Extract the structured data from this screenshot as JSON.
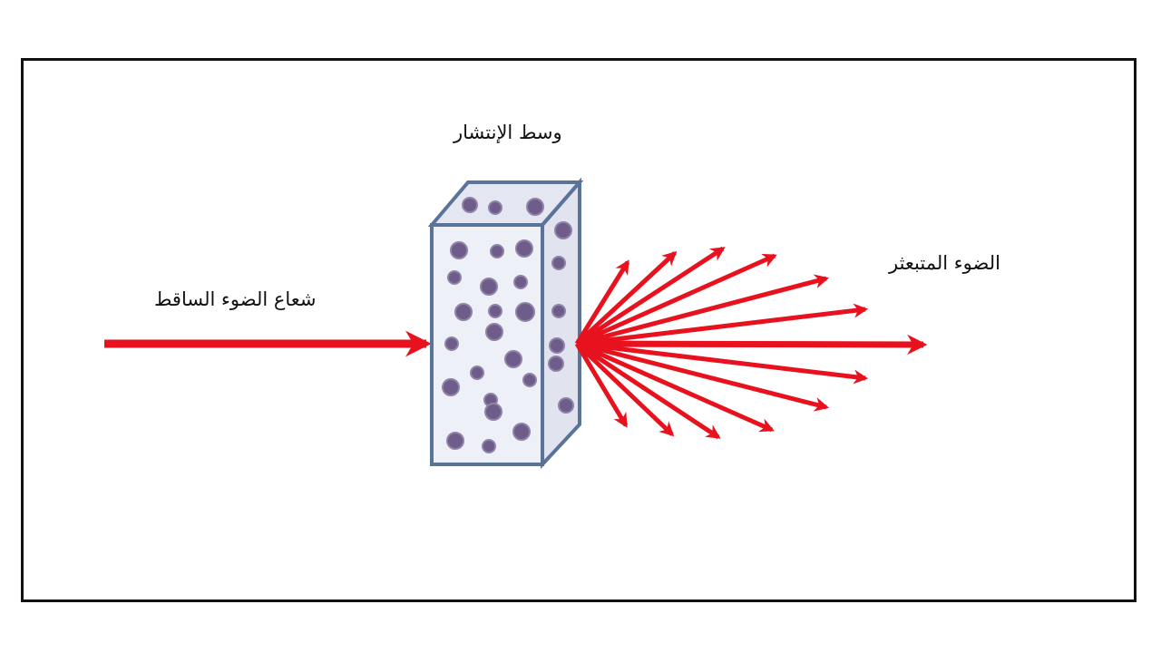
{
  "labels": {
    "medium": "وسط الإنتشار",
    "incident_ray": "شعاع الضوء الساقط",
    "scattered_light": "الضوء المتبعثر"
  },
  "colors": {
    "ray": "#e8121f",
    "box_stroke": "#5a7499",
    "box_fill": "#eef0f7",
    "box_top": "#e4e7f1",
    "box_side": "#e1e4ee",
    "particle": "#6e5c8a",
    "frame": "#111111"
  },
  "icons": {
    "incident_arrow": "arrow-right-icon",
    "scattered_arrows": "arrow-fan-icon",
    "particles": "circle-dot-icon"
  }
}
